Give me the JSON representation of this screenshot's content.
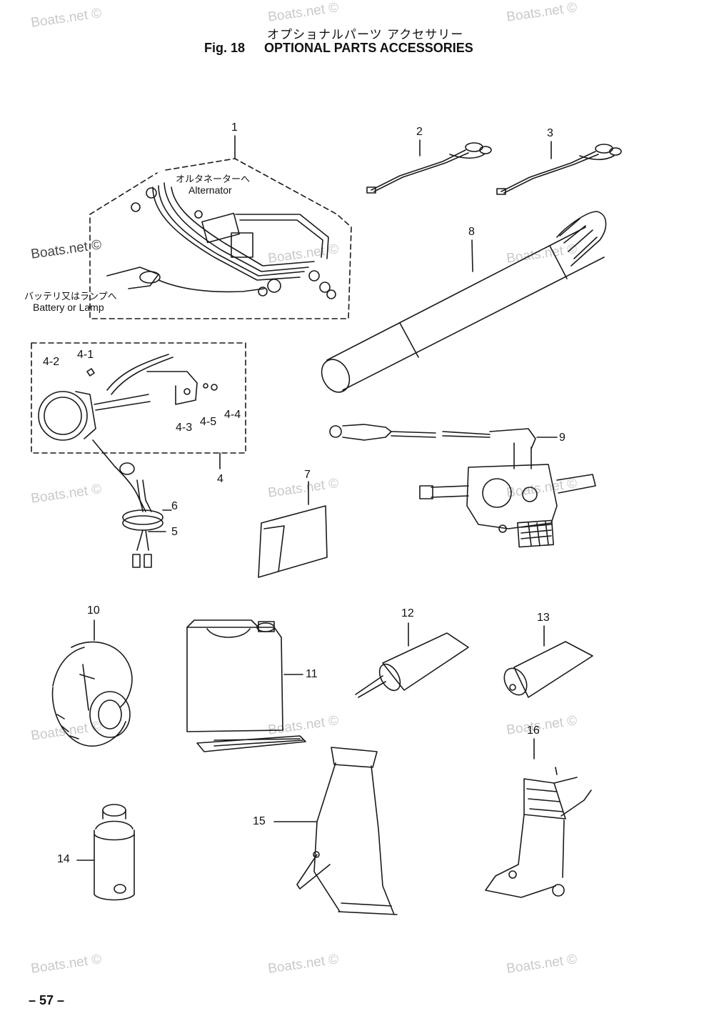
{
  "header": {
    "title_jp": "オプショナルパーツ アクセサリー",
    "fig_label": "Fig. 18",
    "title_en": "OPTIONAL PARTS ACCESSORIES"
  },
  "parts": {
    "p1": "1",
    "p2": "2",
    "p3": "3",
    "p4_1": "4-1",
    "p4_2": "4-2",
    "p4_3": "4-3",
    "p4_4": "4-4",
    "p4_5": "4-5",
    "p4": "4",
    "p5": "5",
    "p6": "6",
    "p7": "7",
    "p8": "8",
    "p9": "9",
    "p10": "10",
    "p11": "11",
    "p12": "12",
    "p13": "13",
    "p14": "14",
    "p15": "15",
    "p16": "16"
  },
  "notes": {
    "alternator_jp": "オルタネーターへ",
    "alternator_en": "Alternator",
    "battery_jp": "バッテリ又はランプへ",
    "battery_en": "Battery or Lamp"
  },
  "watermark": "Boats.net ©",
  "footer": {
    "page_number": "– 57 –"
  }
}
